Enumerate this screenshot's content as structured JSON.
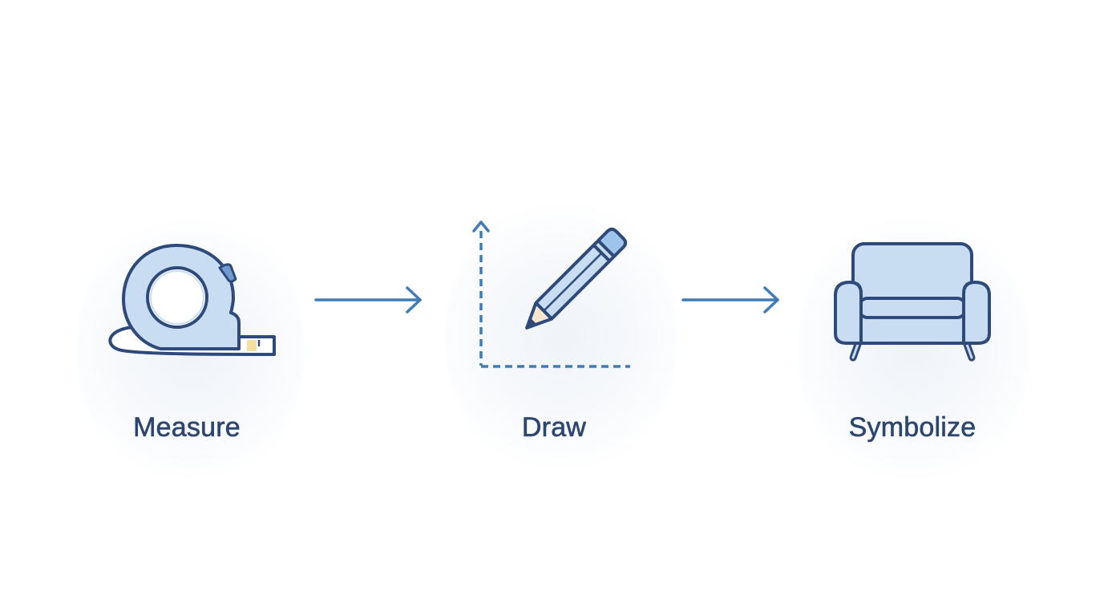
{
  "steps": [
    {
      "label": "Measure",
      "icon": "tape-measure-icon"
    },
    {
      "label": "Draw",
      "icon": "pencil-icon"
    },
    {
      "label": "Symbolize",
      "icon": "armchair-icon"
    }
  ],
  "colors": {
    "outline": "#2d4a7a",
    "fill": "#c8ddf2",
    "pencil_cap": "#9ec4ec",
    "arrow": "#3f7cb5",
    "label": "#2c4670",
    "tape_accent": "#f4dfa0",
    "background": "#ffffff"
  }
}
